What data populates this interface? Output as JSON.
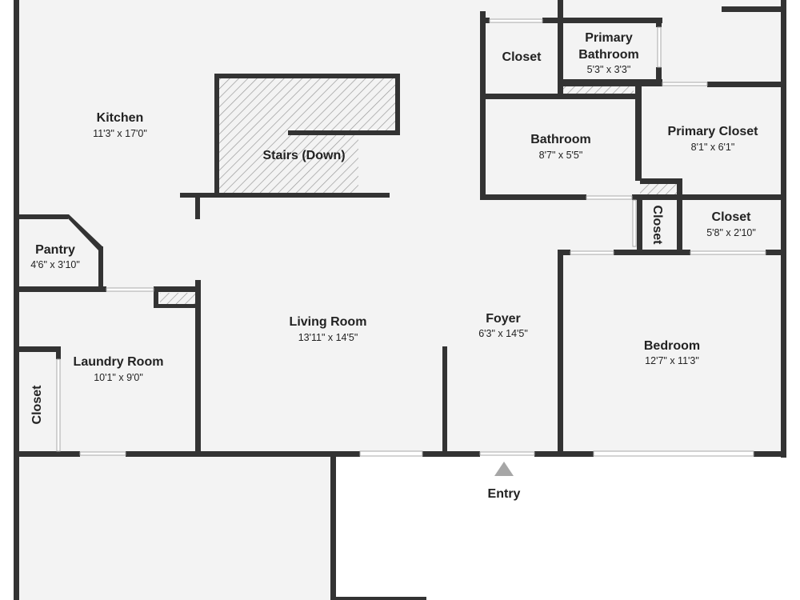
{
  "colors": {
    "floor": "#f3f3f3",
    "outside": "#ffffff",
    "wall": "#333333",
    "hatch": "#9a9a9a",
    "text": "#222222",
    "entry_marker": "#a6a6a6"
  },
  "rooms": {
    "kitchen": {
      "name": "Kitchen",
      "dim": "11'3\" x 17'0\""
    },
    "stairs": {
      "name": "Stairs (Down)"
    },
    "pantry": {
      "name": "Pantry",
      "dim": "4'6\" x 3'10\""
    },
    "laundry": {
      "name": "Laundry Room",
      "dim": "10'1\" x 9'0\""
    },
    "laundry_closet": {
      "name": "Closet"
    },
    "living": {
      "name": "Living Room",
      "dim": "13'11\" x 14'5\""
    },
    "foyer": {
      "name": "Foyer",
      "dim": "6'3\" x 14'5\""
    },
    "closet_top": {
      "name": "Closet"
    },
    "primary_bath": {
      "name_line1": "Primary",
      "name_line2": "Bathroom",
      "dim": "5'3\" x 3'3\""
    },
    "bathroom": {
      "name": "Bathroom",
      "dim": "8'7\" x 5'5\""
    },
    "primary_closet": {
      "name": "Primary Closet",
      "dim": "8'1\" x 6'1\""
    },
    "hall_closet": {
      "name": "Closet"
    },
    "closet_right": {
      "name": "Closet",
      "dim": "5'8\" x 2'10\""
    },
    "bedroom": {
      "name": "Bedroom",
      "dim": "12'7\" x 11'3\""
    }
  },
  "entry": {
    "label": "Entry"
  }
}
